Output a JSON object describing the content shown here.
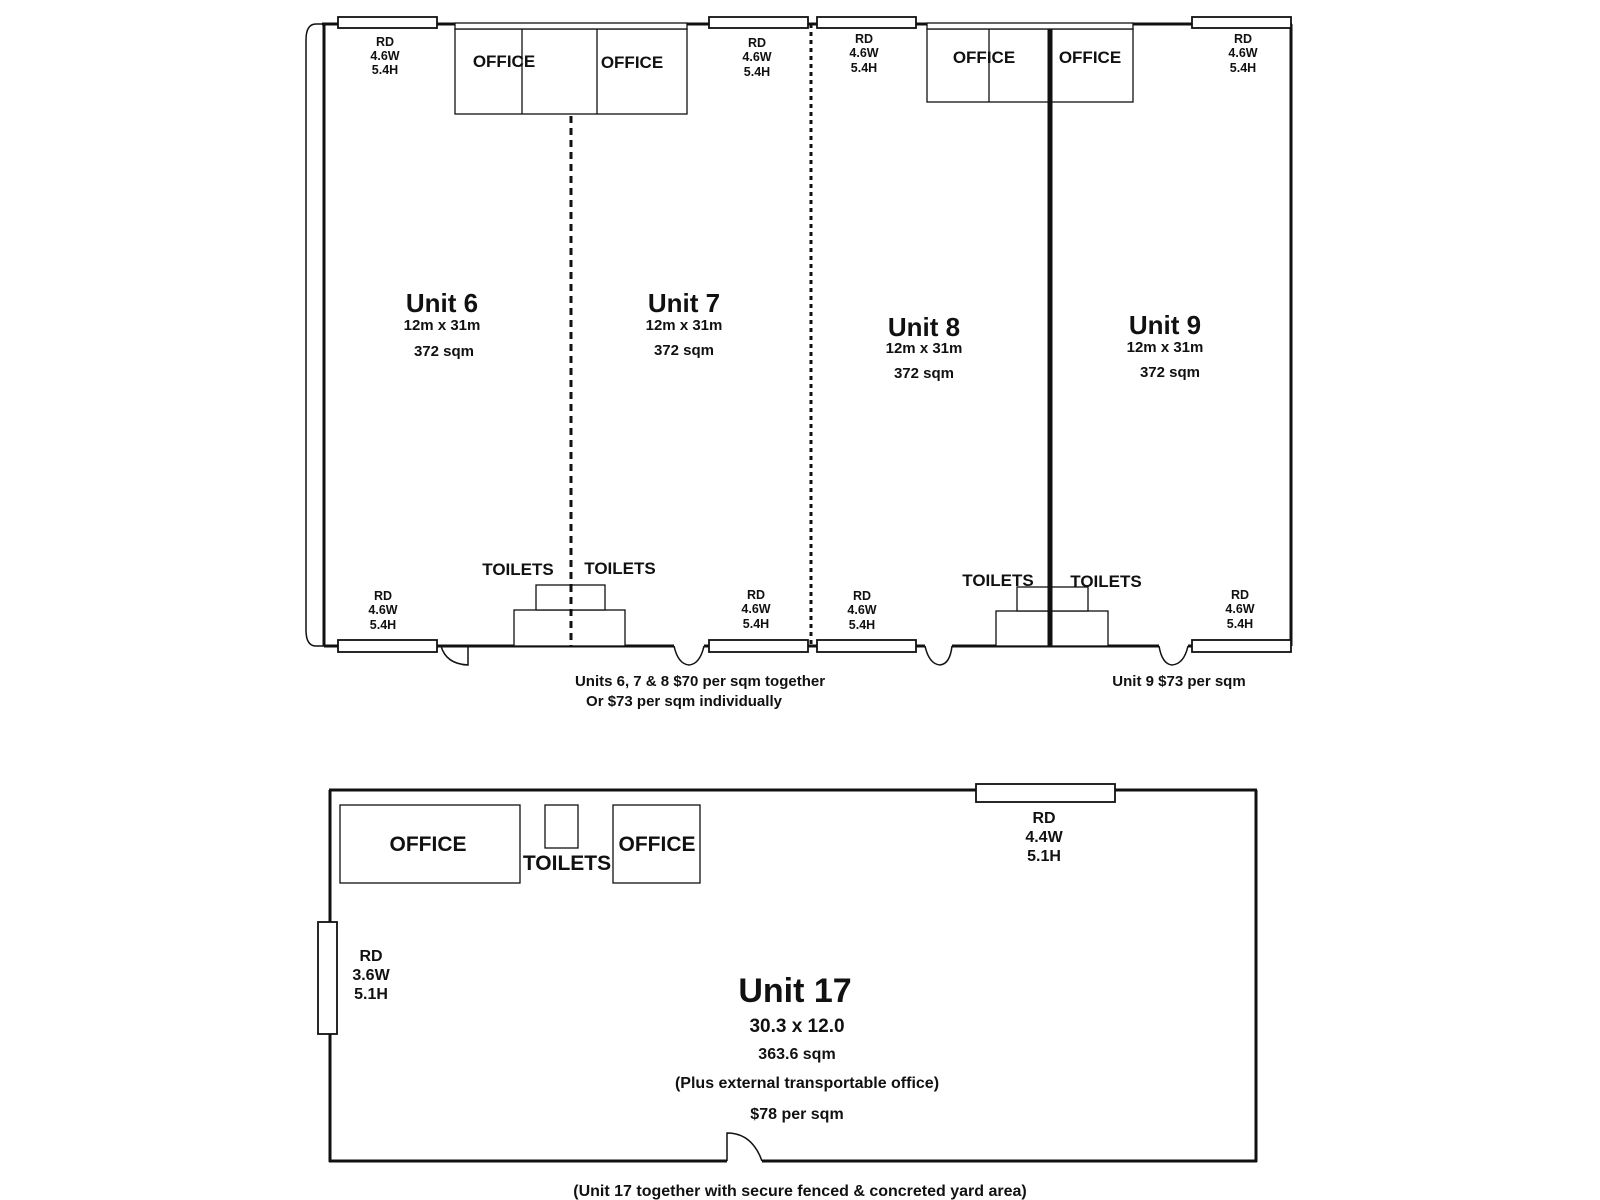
{
  "plan_top": {
    "units": [
      {
        "name": "Unit 6",
        "dims": "12m x 31m",
        "area": "372 sqm"
      },
      {
        "name": "Unit 7",
        "dims": "12m x 31m",
        "area": "372 sqm"
      },
      {
        "name": "Unit 8",
        "dims": "12m x 31m",
        "area": "372 sqm"
      },
      {
        "name": "Unit 9",
        "dims": "12m x 31m",
        "area": "372 sqm"
      }
    ],
    "roller_door": {
      "label": "RD",
      "width": "4.6W",
      "height": "5.4H"
    },
    "office_label": "OFFICE",
    "toilets_label": "TOILETS",
    "pricing_678_line1": "Units 6, 7 & 8 $70 per sqm together",
    "pricing_678_line2": "Or $73 per sqm individually",
    "pricing_9": "Unit 9 $73 per sqm"
  },
  "plan_bottom": {
    "title": "Unit 17",
    "dims": "30.3 x 12.0",
    "area": "363.6 sqm",
    "note": "(Plus external transportable office)",
    "price": "$78 per sqm",
    "office_label": "OFFICE",
    "toilets_label": "TOILETS",
    "rd_top": {
      "label": "RD",
      "width": "4.4W",
      "height": "5.1H"
    },
    "rd_left": {
      "label": "RD",
      "width": "3.6W",
      "height": "5.1H"
    },
    "footer": "(Unit 17 together with secure fenced & concreted yard area)"
  },
  "colors": {
    "line": "#111111",
    "background": "#ffffff"
  }
}
